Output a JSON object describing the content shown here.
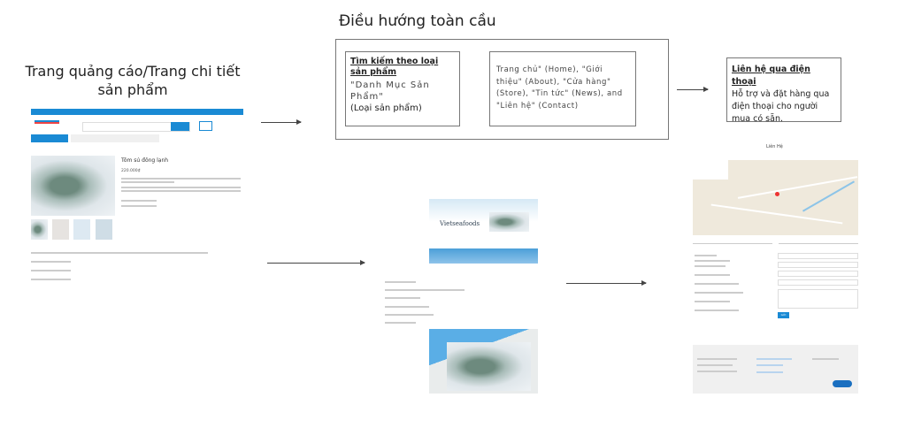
{
  "left": {
    "title": "Trang quảng cáo/Trang chi tiết sản phẩm",
    "product_name": "Tôm sú đông lạnh",
    "price": "220.000₫"
  },
  "nav": {
    "title": "Điều hướng toàn cầu",
    "search": {
      "heading": "Tìm kiếm theo loại sản phẩm",
      "line1": "\"Danh Mục Sản Phẩm\"",
      "line2": "(Loại sản phẩm)"
    },
    "menu_text": "Trang chủ\" (Home), \"Giới thiệu\" (About), \"Cửa hàng\" (Store), \"Tin tức\" (News), and \"Liên hệ\" (Contact)"
  },
  "contact": {
    "heading": "Liên hệ qua điện thoại",
    "body": "Hỗ trợ và đặt hàng qua điện thoại cho người mua có sẵn."
  },
  "middle": {
    "brand": "Vietseafoods"
  },
  "right": {
    "page_title": "Liên Hệ",
    "send_label": "GỬI"
  }
}
